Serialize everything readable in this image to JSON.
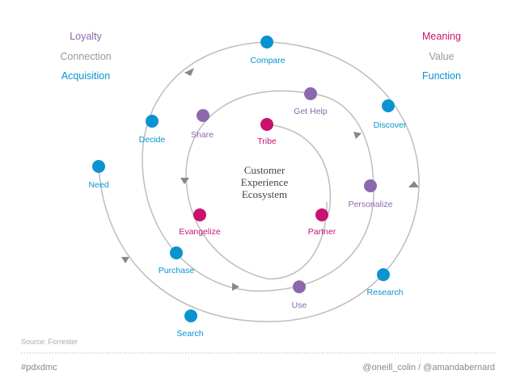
{
  "colors": {
    "blue": "#0A93D0",
    "purple": "#8B68AC",
    "magenta": "#C8136E",
    "ring": "#bdbdbd",
    "arrow": "#888888"
  },
  "center": {
    "line1": "Customer",
    "line2": "Experience",
    "line3": "Ecosystem"
  },
  "legend_left": [
    "Loyalty",
    "Connection",
    "Acquisition"
  ],
  "legend_right": [
    "Meaning",
    "Value",
    "Function"
  ],
  "nodes": {
    "compare": "Compare",
    "discover": "Discover",
    "research": "Research",
    "search": "Search",
    "purchase": "Purchase",
    "need": "Need",
    "decide": "Decide",
    "get_help": "Get Help",
    "personalize": "Personalize",
    "use": "Use",
    "share": "Share",
    "tribe": "Tribe",
    "partner": "Partner",
    "evangelize": "Evangelize"
  },
  "footer": {
    "source": "Source: Forrester",
    "hashtag": "#pdxdmc",
    "credits": "@oneill_colin  /  @amandabernard"
  }
}
